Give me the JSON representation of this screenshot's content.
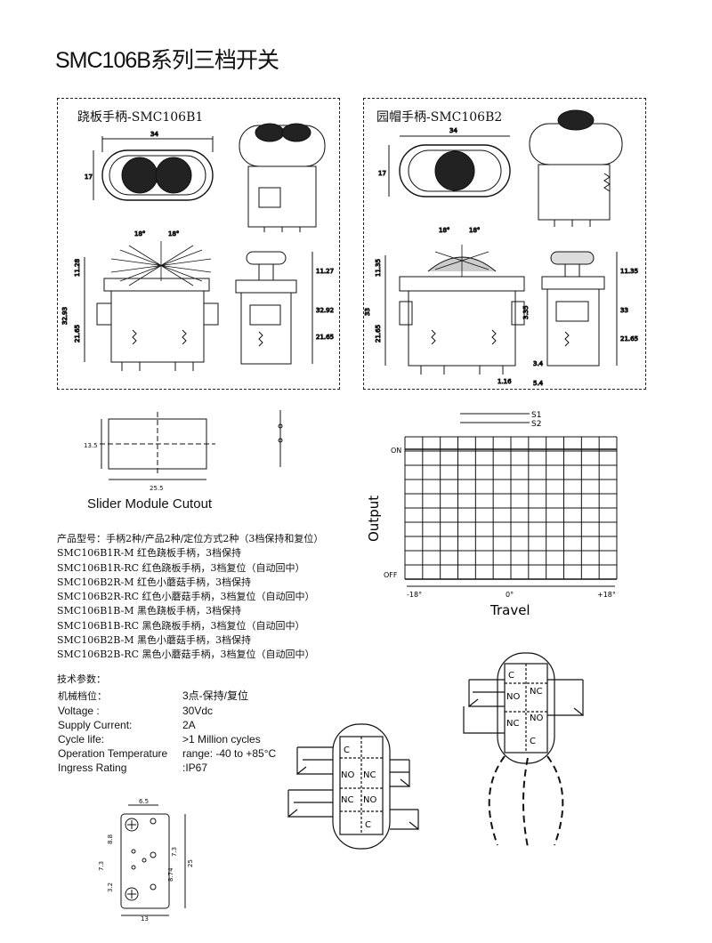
{
  "title": "SMC106B系列三档开关",
  "panel_left": {
    "label": "跷板手柄-SMC106B1",
    "dims": {
      "w": "34",
      "h": "17",
      "a1": "18°",
      "a2": "18°",
      "d1": "11.28",
      "d2": "32.93",
      "d3": "21.65",
      "d4": "11.27",
      "d5": "32.92",
      "d6": "21.65"
    }
  },
  "panel_right": {
    "label": "园帽手柄-SMC106B2",
    "dims": {
      "w": "34",
      "h": "17",
      "a1": "18°",
      "a2": "18°",
      "d1": "11.35",
      "d2": "33",
      "d3": "21.65",
      "d4": "3.35",
      "d5": "11.35",
      "d6": "33",
      "d7": "21.65",
      "d8": "3.4",
      "d9": "1.16",
      "d10": "5.4"
    }
  },
  "cutout": {
    "caption": "Slider Module Cutout",
    "w": "25.5",
    "h": "13.5"
  },
  "timing": {
    "s1": "S1",
    "s2": "S2",
    "on": "ON",
    "off": "OFF",
    "ylabel": "Output",
    "xlabel": "Travel",
    "ticks": [
      "-18°",
      "0°",
      "+18°"
    ]
  },
  "specs": {
    "heading": "产品型号：手柄2种/产品2种/定位方式2种（3档保持和复位）",
    "lines": [
      "SMC106B1R-M   红色跷板手柄，3档保持",
      "SMC106B1R-RC  红色跷板手柄，3档复位（自动回中）",
      "SMC106B2R-M   红色小蘑菇手柄，3档保持",
      "SMC106B2R-RC  红色小蘑菇手柄，3档复位（自动回中）",
      "SMC106B1B-M   黑色跷板手柄，3档保持",
      "SMC106B1B-RC  黑色跷板手柄，3档复位（自动回中）",
      "SMC106B2B-M   黑色小蘑菇手柄，3档保持",
      "SMC106B2B-RC  黑色小蘑菇手柄，3档复位（自动回中）"
    ]
  },
  "params": {
    "heading": "技术参数：",
    "rows": [
      {
        "k": "机械档位：",
        "v": "3点-保持/复位"
      },
      {
        "k": "Voltage :",
        "v": "30Vdc"
      },
      {
        "k": "Supply Current:",
        "v": "2A"
      },
      {
        "k": "Cycle life:",
        "v": ">1 Million cycles"
      },
      {
        "k": "Operation Temperature",
        "v": "range:  -40 to +85°C"
      },
      {
        "k": "Ingress Rating",
        "v": ":IP67"
      }
    ]
  },
  "pcb": {
    "top": "6.5",
    "a": "8.8",
    "b": "7.3",
    "c": "7.3",
    "d": "8.74",
    "e": "3.2",
    "f": "25",
    "bottom": "13"
  },
  "contacts": {
    "c": "C",
    "no": "NO",
    "nc": "NC"
  }
}
